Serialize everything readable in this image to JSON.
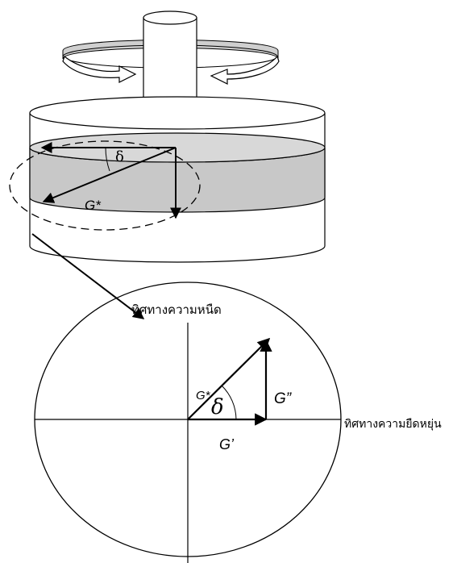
{
  "labels": {
    "delta_top": "δ",
    "g_star_top": "G*",
    "viscous_axis": "ทิศทางความหนืด",
    "elastic_axis": "ทิศทางความยืดหยุ่น",
    "g_star_bottom": "G*",
    "g_double_prime": "G”",
    "delta_bottom": "δ",
    "g_prime": "G’"
  },
  "colors": {
    "line": "#000000",
    "shaded_layer": "#c8c8c8",
    "background": "#ffffff"
  }
}
